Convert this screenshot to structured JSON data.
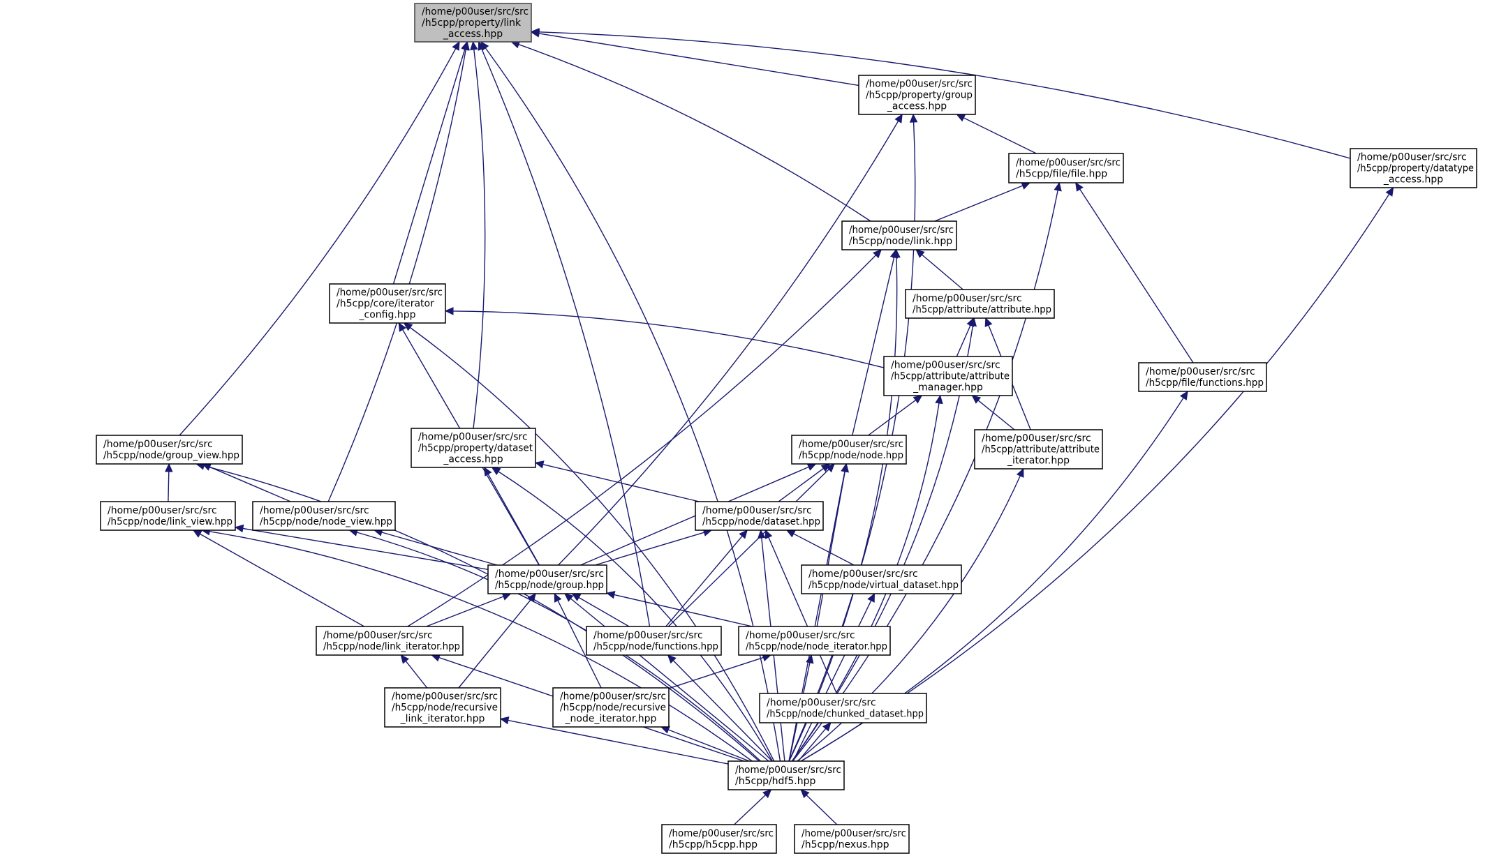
{
  "diagram": {
    "type": "include-dependency-graph",
    "colors": {
      "edge": "#191970",
      "root_fill": "#bfbfbf",
      "node_fill": "#ffffff",
      "node_border": "#000000"
    },
    "nodes": [
      {
        "id": "link_access",
        "lines": [
          "/home/p00user/src/src",
          "/h5cpp/property/link",
          "_access.hpp"
        ],
        "root": true
      },
      {
        "id": "group_access",
        "lines": [
          "/home/p00user/src/src",
          "/h5cpp/property/group",
          "_access.hpp"
        ]
      },
      {
        "id": "datatype_access",
        "lines": [
          "/home/p00user/src/src",
          "/h5cpp/property/datatype",
          "_access.hpp"
        ]
      },
      {
        "id": "file",
        "lines": [
          "/home/p00user/src/src",
          "/h5cpp/file/file.hpp"
        ]
      },
      {
        "id": "link",
        "lines": [
          "/home/p00user/src/src",
          "/h5cpp/node/link.hpp"
        ]
      },
      {
        "id": "iterator_config",
        "lines": [
          "/home/p00user/src/src",
          "/h5cpp/core/iterator",
          "_config.hpp"
        ]
      },
      {
        "id": "attribute",
        "lines": [
          "/home/p00user/src/src",
          "/h5cpp/attribute/attribute.hpp"
        ]
      },
      {
        "id": "attribute_manager",
        "lines": [
          "/home/p00user/src/src",
          "/h5cpp/attribute/attribute",
          "_manager.hpp"
        ]
      },
      {
        "id": "file_functions",
        "lines": [
          "/home/p00user/src/src",
          "/h5cpp/file/functions.hpp"
        ]
      },
      {
        "id": "group_view",
        "lines": [
          "/home/p00user/src/src",
          "/h5cpp/node/group_view.hpp"
        ]
      },
      {
        "id": "dataset_access",
        "lines": [
          "/home/p00user/src/src",
          "/h5cpp/property/dataset",
          "_access.hpp"
        ]
      },
      {
        "id": "node",
        "lines": [
          "/home/p00user/src/src",
          "/h5cpp/node/node.hpp"
        ]
      },
      {
        "id": "attribute_iterator",
        "lines": [
          "/home/p00user/src/src",
          "/h5cpp/attribute/attribute",
          "_iterator.hpp"
        ]
      },
      {
        "id": "link_view",
        "lines": [
          "/home/p00user/src/src",
          "/h5cpp/node/link_view.hpp"
        ]
      },
      {
        "id": "node_view",
        "lines": [
          "/home/p00user/src/src",
          "/h5cpp/node/node_view.hpp"
        ]
      },
      {
        "id": "dataset",
        "lines": [
          "/home/p00user/src/src",
          "/h5cpp/node/dataset.hpp"
        ]
      },
      {
        "id": "group",
        "lines": [
          "/home/p00user/src/src",
          "/h5cpp/node/group.hpp"
        ]
      },
      {
        "id": "virtual_dataset",
        "lines": [
          "/home/p00user/src/src",
          "/h5cpp/node/virtual_dataset.hpp"
        ]
      },
      {
        "id": "link_iterator",
        "lines": [
          "/home/p00user/src/src",
          "/h5cpp/node/link_iterator.hpp"
        ]
      },
      {
        "id": "functions",
        "lines": [
          "/home/p00user/src/src",
          "/h5cpp/node/functions.hpp"
        ]
      },
      {
        "id": "node_iterator",
        "lines": [
          "/home/p00user/src/src",
          "/h5cpp/node/node_iterator.hpp"
        ]
      },
      {
        "id": "recursive_link_iterator",
        "lines": [
          "/home/p00user/src/src",
          "/h5cpp/node/recursive",
          "_link_iterator.hpp"
        ]
      },
      {
        "id": "recursive_node_iterator",
        "lines": [
          "/home/p00user/src/src",
          "/h5cpp/node/recursive",
          "_node_iterator.hpp"
        ]
      },
      {
        "id": "chunked_dataset",
        "lines": [
          "/home/p00user/src/src",
          "/h5cpp/node/chunked_dataset.hpp"
        ]
      },
      {
        "id": "hdf5",
        "lines": [
          "/home/p00user/src/src",
          "/h5cpp/hdf5.hpp"
        ]
      },
      {
        "id": "h5cpp",
        "lines": [
          "/home/p00user/src/src",
          "/h5cpp/h5cpp.hpp"
        ]
      },
      {
        "id": "nexus",
        "lines": [
          "/home/p00user/src/src",
          "/h5cpp/nexus.hpp"
        ]
      }
    ],
    "edges": [
      {
        "from": "group_access",
        "to": "link_access"
      },
      {
        "from": "datatype_access",
        "to": "link_access"
      },
      {
        "from": "link",
        "to": "link_access"
      },
      {
        "from": "iterator_config",
        "to": "link_access"
      },
      {
        "from": "dataset_access",
        "to": "link_access"
      },
      {
        "from": "group_view",
        "to": "link_access"
      },
      {
        "from": "node_view",
        "to": "link_access"
      },
      {
        "from": "functions",
        "to": "link_access"
      },
      {
        "from": "hdf5",
        "to": "link_access"
      },
      {
        "from": "file",
        "to": "group_access"
      },
      {
        "from": "group",
        "to": "group_access"
      },
      {
        "from": "hdf5",
        "to": "group_access"
      },
      {
        "from": "hdf5",
        "to": "datatype_access"
      },
      {
        "from": "link",
        "to": "file"
      },
      {
        "from": "file_functions",
        "to": "file"
      },
      {
        "from": "hdf5",
        "to": "file"
      },
      {
        "from": "attribute",
        "to": "link"
      },
      {
        "from": "node",
        "to": "link"
      },
      {
        "from": "link_iterator",
        "to": "link"
      },
      {
        "from": "hdf5",
        "to": "link"
      },
      {
        "from": "attribute_manager",
        "to": "iterator_config"
      },
      {
        "from": "group",
        "to": "iterator_config"
      },
      {
        "from": "hdf5",
        "to": "iterator_config"
      },
      {
        "from": "attribute_manager",
        "to": "attribute"
      },
      {
        "from": "attribute_iterator",
        "to": "attribute"
      },
      {
        "from": "hdf5",
        "to": "attribute"
      },
      {
        "from": "node",
        "to": "attribute_manager"
      },
      {
        "from": "attribute_iterator",
        "to": "attribute_manager"
      },
      {
        "from": "hdf5",
        "to": "attribute_manager"
      },
      {
        "from": "hdf5",
        "to": "file_functions"
      },
      {
        "from": "link_view",
        "to": "group_view"
      },
      {
        "from": "node_view",
        "to": "group_view"
      },
      {
        "from": "hdf5",
        "to": "group_view"
      },
      {
        "from": "dataset",
        "to": "dataset_access"
      },
      {
        "from": "group",
        "to": "dataset_access"
      },
      {
        "from": "hdf5",
        "to": "dataset_access"
      },
      {
        "from": "dataset",
        "to": "node"
      },
      {
        "from": "group",
        "to": "node"
      },
      {
        "from": "functions",
        "to": "node"
      },
      {
        "from": "node_iterator",
        "to": "node"
      },
      {
        "from": "hdf5",
        "to": "node"
      },
      {
        "from": "hdf5",
        "to": "attribute_iterator"
      },
      {
        "from": "group",
        "to": "link_view"
      },
      {
        "from": "link_iterator",
        "to": "link_view"
      },
      {
        "from": "hdf5",
        "to": "link_view"
      },
      {
        "from": "group",
        "to": "node_view"
      },
      {
        "from": "hdf5",
        "to": "node_view"
      },
      {
        "from": "group",
        "to": "dataset"
      },
      {
        "from": "virtual_dataset",
        "to": "dataset"
      },
      {
        "from": "functions",
        "to": "dataset"
      },
      {
        "from": "chunked_dataset",
        "to": "dataset"
      },
      {
        "from": "hdf5",
        "to": "dataset"
      },
      {
        "from": "link_iterator",
        "to": "group"
      },
      {
        "from": "functions",
        "to": "group"
      },
      {
        "from": "node_iterator",
        "to": "group"
      },
      {
        "from": "recursive_link_iterator",
        "to": "group"
      },
      {
        "from": "recursive_node_iterator",
        "to": "group"
      },
      {
        "from": "hdf5",
        "to": "group"
      },
      {
        "from": "hdf5",
        "to": "virtual_dataset"
      },
      {
        "from": "recursive_link_iterator",
        "to": "link_iterator"
      },
      {
        "from": "hdf5",
        "to": "link_iterator"
      },
      {
        "from": "hdf5",
        "to": "functions"
      },
      {
        "from": "recursive_node_iterator",
        "to": "node_iterator"
      },
      {
        "from": "hdf5",
        "to": "node_iterator"
      },
      {
        "from": "hdf5",
        "to": "recursive_link_iterator"
      },
      {
        "from": "hdf5",
        "to": "recursive_node_iterator"
      },
      {
        "from": "hdf5",
        "to": "chunked_dataset"
      },
      {
        "from": "h5cpp",
        "to": "hdf5"
      },
      {
        "from": "nexus",
        "to": "hdf5"
      }
    ]
  }
}
